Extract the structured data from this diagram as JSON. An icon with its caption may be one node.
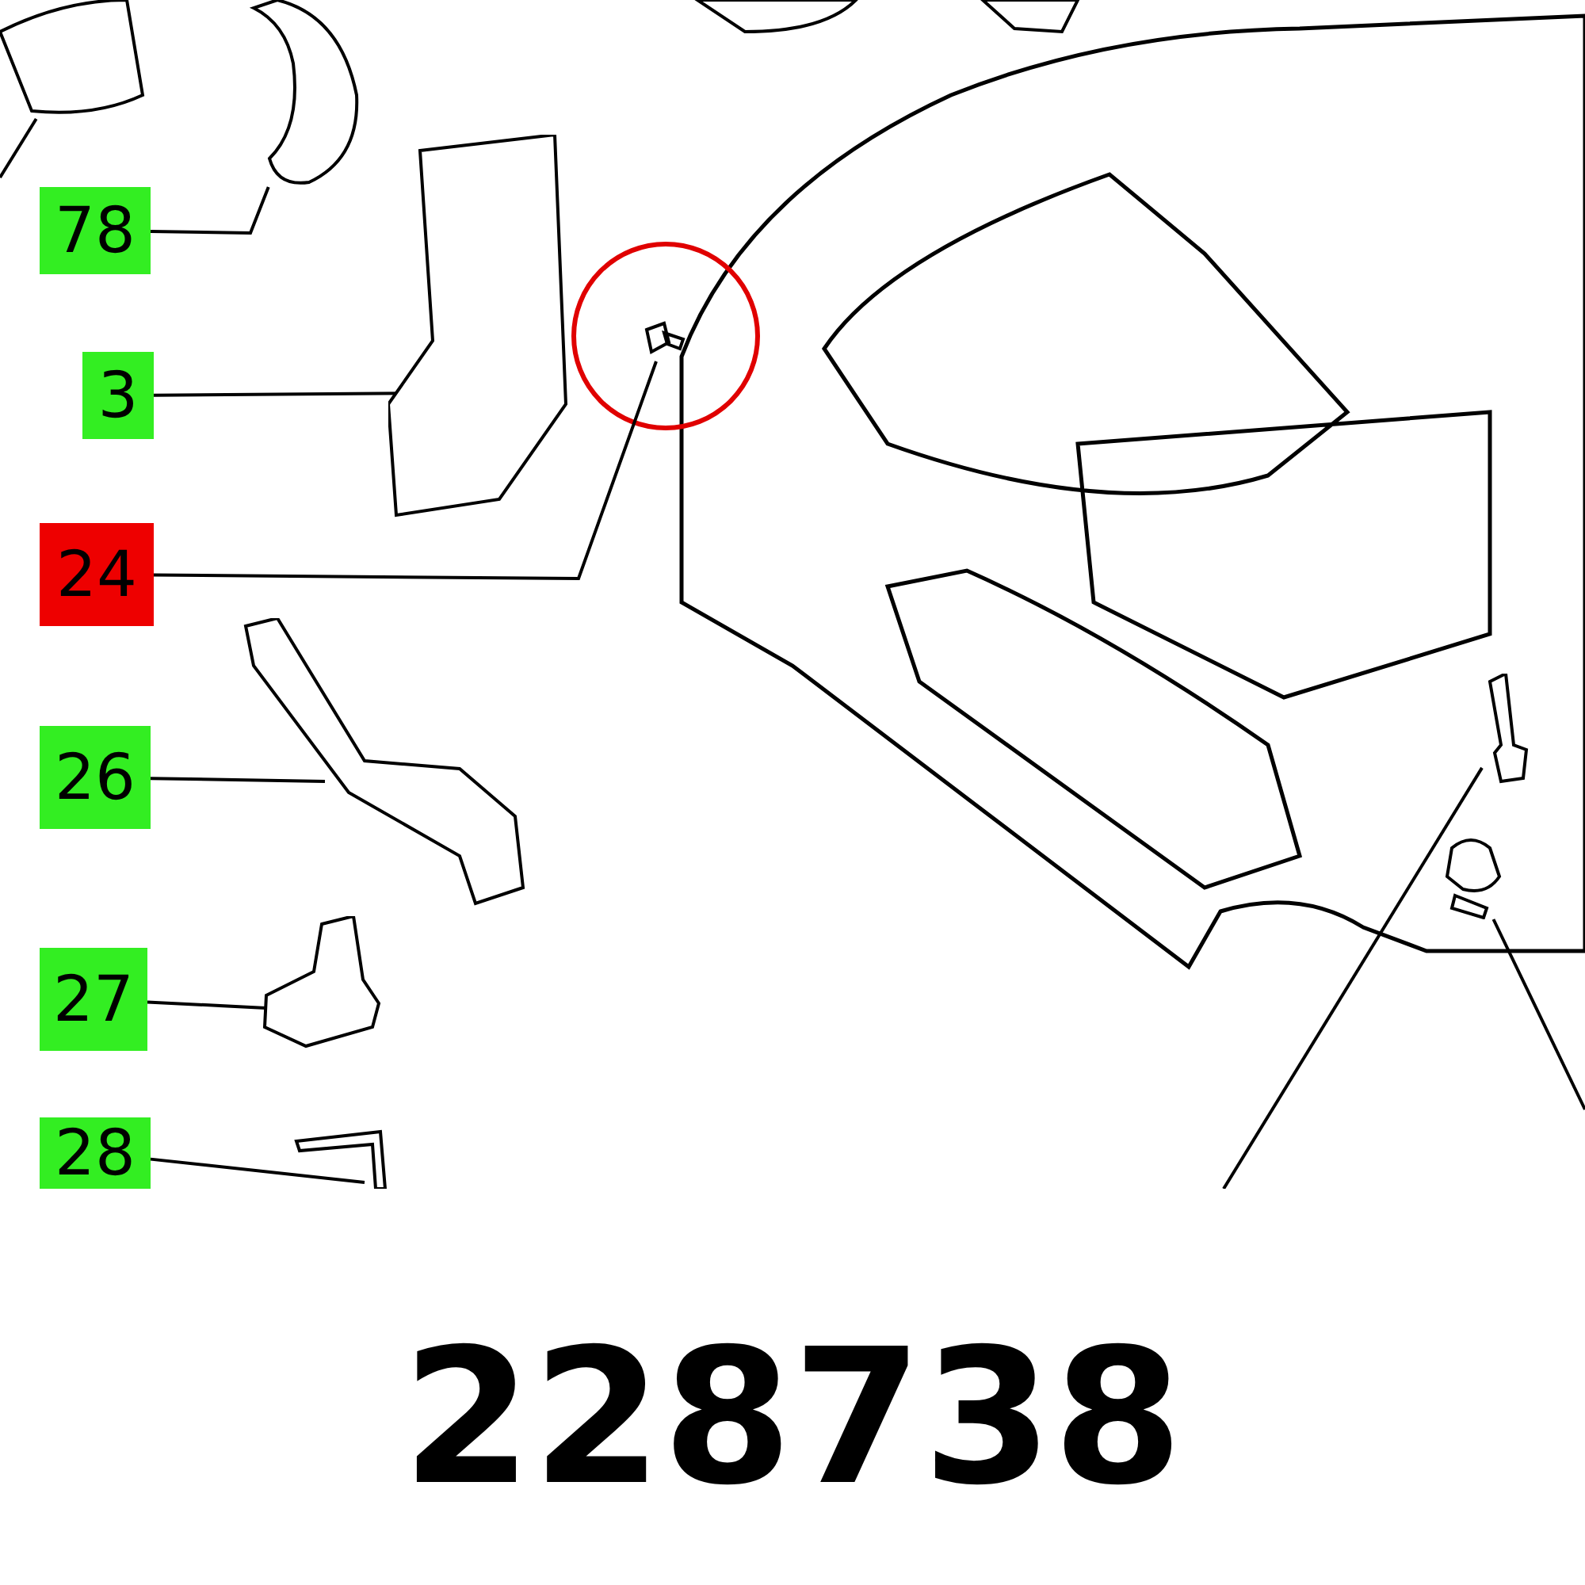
{
  "diagram": {
    "caption": "228738",
    "nodes": [
      {
        "text": [
          "78"
        ]
      },
      {
        "text": [],
        "shape": "picture"
      },
      {
        "text": [
          "3"
        ]
      },
      {
        "text": [],
        "shape": "picture"
      },
      {
        "text": [
          "24"
        ]
      },
      {
        "text": [],
        "shape": "picture"
      },
      {
        "text": [
          "26"
        ]
      },
      {
        "text": [],
        "shape": "picture"
      },
      {
        "text": [
          "27"
        ]
      },
      {
        "text": [],
        "shape": "picture"
      },
      {
        "text": [
          "28"
        ]
      },
      {
        "text": [],
        "shape": "picture"
      },
      {
        "text": [],
        "shape": "picture"
      },
      {
        "text": [],
        "shape": "picture"
      },
      {
        "text": [],
        "shape": "picture"
      }
    ],
    "edges": [
      {
        "from": 0,
        "to": 1,
        "arrow": "none"
      },
      {
        "from": 2,
        "to": 3,
        "arrow": "none"
      },
      {
        "from": 4,
        "to": 5,
        "arrow": "none"
      },
      {
        "from": 6,
        "to": 7,
        "arrow": "none"
      },
      {
        "from": 8,
        "to": 9,
        "arrow": "none"
      },
      {
        "from": 10,
        "to": 11,
        "arrow": "none"
      },
      {
        "from": null,
        "to": 12,
        "arrow": "none"
      },
      {
        "from": null,
        "to": 13,
        "arrow": "none"
      },
      {
        "from": null,
        "to": 14,
        "arrow": "none"
      }
    ]
  }
}
